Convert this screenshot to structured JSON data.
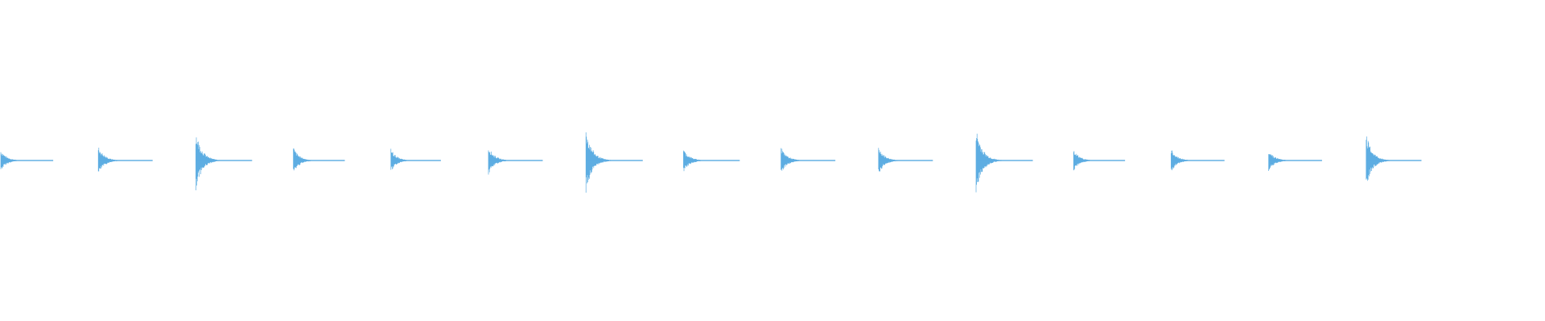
{
  "waveform": {
    "color": "#5dade2",
    "transient_count": 15,
    "transients": [
      {
        "index": 1,
        "peak_amplitude": 0.28,
        "tail_length": 0.59
      },
      {
        "index": 2,
        "peak_amplitude": 0.38,
        "tail_length": 0.61
      },
      {
        "index": 3,
        "peak_amplitude": 0.78,
        "tail_length": 0.63
      },
      {
        "index": 4,
        "peak_amplitude": 0.36,
        "tail_length": 0.58
      },
      {
        "index": 5,
        "peak_amplitude": 0.32,
        "tail_length": 0.56
      },
      {
        "index": 6,
        "peak_amplitude": 0.38,
        "tail_length": 0.61
      },
      {
        "index": 7,
        "peak_amplitude": 0.84,
        "tail_length": 0.64
      },
      {
        "index": 8,
        "peak_amplitude": 0.3,
        "tail_length": 0.63
      },
      {
        "index": 9,
        "peak_amplitude": 0.36,
        "tail_length": 0.61
      },
      {
        "index": 10,
        "peak_amplitude": 0.36,
        "tail_length": 0.61
      },
      {
        "index": 11,
        "peak_amplitude": 0.86,
        "tail_length": 0.64
      },
      {
        "index": 12,
        "peak_amplitude": 0.3,
        "tail_length": 0.58
      },
      {
        "index": 13,
        "peak_amplitude": 0.31,
        "tail_length": 0.6
      },
      {
        "index": 14,
        "peak_amplitude": 0.29,
        "tail_length": 0.6
      },
      {
        "index": 15,
        "peak_amplitude": 0.7,
        "tail_length": 0.62
      }
    ]
  }
}
